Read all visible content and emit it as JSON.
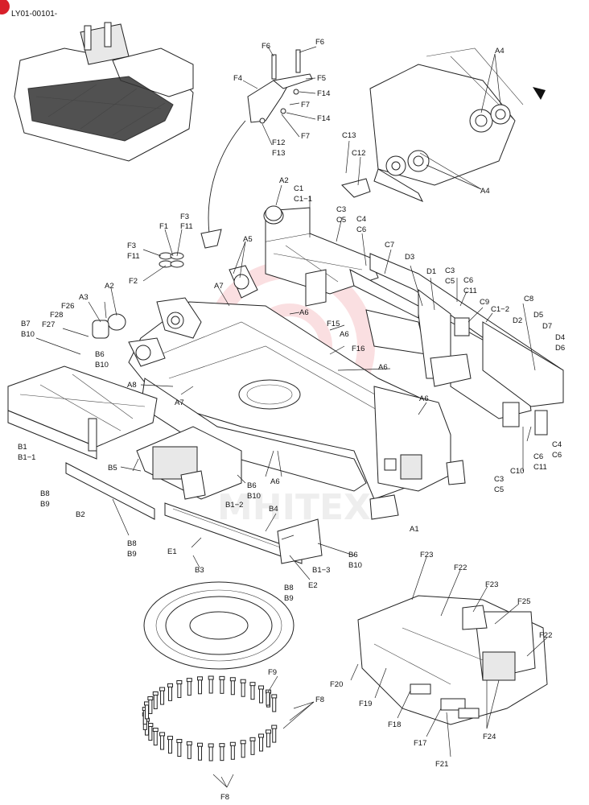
{
  "header": {
    "code": "LY01-00101-"
  },
  "watermark": {
    "text": "MHITEX"
  },
  "labels": [
    {
      "id": "F6a",
      "text": "F6"
    },
    {
      "id": "F6b",
      "text": "F6"
    },
    {
      "id": "F4",
      "text": "F4"
    },
    {
      "id": "F5",
      "text": "F5"
    },
    {
      "id": "F14a",
      "text": "F14"
    },
    {
      "id": "F7a",
      "text": "F7"
    },
    {
      "id": "F14b",
      "text": "F14"
    },
    {
      "id": "F7b",
      "text": "F7"
    },
    {
      "id": "F12",
      "text": "F12"
    },
    {
      "id": "F13",
      "text": "F13"
    },
    {
      "id": "A4a",
      "text": "A4"
    },
    {
      "id": "A4b",
      "text": "A4"
    },
    {
      "id": "C13",
      "text": "C13"
    },
    {
      "id": "C12",
      "text": "C12"
    },
    {
      "id": "A2a",
      "text": "A2"
    },
    {
      "id": "C1",
      "text": "C1"
    },
    {
      "id": "C1-1",
      "text": "C1−1"
    },
    {
      "id": "C3a",
      "text": "C3"
    },
    {
      "id": "C5a",
      "text": "C5"
    },
    {
      "id": "C4a",
      "text": "C4"
    },
    {
      "id": "C6a",
      "text": "C6"
    },
    {
      "id": "C7",
      "text": "C7"
    },
    {
      "id": "F3a",
      "text": "F3"
    },
    {
      "id": "F11a",
      "text": "F11"
    },
    {
      "id": "F1",
      "text": "F1"
    },
    {
      "id": "F3b",
      "text": "F3"
    },
    {
      "id": "F11b",
      "text": "F11"
    },
    {
      "id": "F2",
      "text": "F2"
    },
    {
      "id": "A5",
      "text": "A5"
    },
    {
      "id": "D3",
      "text": "D3"
    },
    {
      "id": "D1",
      "text": "D1"
    },
    {
      "id": "C3b",
      "text": "C3"
    },
    {
      "id": "C5b",
      "text": "C5"
    },
    {
      "id": "C6b",
      "text": "C6"
    },
    {
      "id": "C11a",
      "text": "C11"
    },
    {
      "id": "A7a",
      "text": "A7"
    },
    {
      "id": "A3",
      "text": "A3"
    },
    {
      "id": "A2b",
      "text": "A2"
    },
    {
      "id": "C9",
      "text": "C9"
    },
    {
      "id": "C1-2",
      "text": "C1−2"
    },
    {
      "id": "C8",
      "text": "C8"
    },
    {
      "id": "D5",
      "text": "D5"
    },
    {
      "id": "F26",
      "text": "F26"
    },
    {
      "id": "F28",
      "text": "F28"
    },
    {
      "id": "B7",
      "text": "B7"
    },
    {
      "id": "B10a",
      "text": "B10"
    },
    {
      "id": "F27",
      "text": "F27"
    },
    {
      "id": "A6a",
      "text": "A6"
    },
    {
      "id": "F15",
      "text": "F15"
    },
    {
      "id": "A6b",
      "text": "A6"
    },
    {
      "id": "D2",
      "text": "D2"
    },
    {
      "id": "D7",
      "text": "D7"
    },
    {
      "id": "D4",
      "text": "D4"
    },
    {
      "id": "D6",
      "text": "D6"
    },
    {
      "id": "F16",
      "text": "F16"
    },
    {
      "id": "B6a",
      "text": "B6"
    },
    {
      "id": "B10b",
      "text": "B10"
    },
    {
      "id": "A6c",
      "text": "A6"
    },
    {
      "id": "A8",
      "text": "A8"
    },
    {
      "id": "A7b",
      "text": "A7"
    },
    {
      "id": "A6d",
      "text": "A6"
    },
    {
      "id": "C4b",
      "text": "C4"
    },
    {
      "id": "C6c",
      "text": "C6"
    },
    {
      "id": "B1",
      "text": "B1"
    },
    {
      "id": "B1-1",
      "text": "B1−1"
    },
    {
      "id": "C6d",
      "text": "C6"
    },
    {
      "id": "C11b",
      "text": "C11"
    },
    {
      "id": "B5",
      "text": "B5"
    },
    {
      "id": "C10",
      "text": "C10"
    },
    {
      "id": "C3c",
      "text": "C3"
    },
    {
      "id": "C5c",
      "text": "C5"
    },
    {
      "id": "A6e",
      "text": "A6"
    },
    {
      "id": "B6b",
      "text": "B6"
    },
    {
      "id": "B10c",
      "text": "B10"
    },
    {
      "id": "B8a",
      "text": "B8"
    },
    {
      "id": "B9a",
      "text": "B9"
    },
    {
      "id": "B2",
      "text": "B2"
    },
    {
      "id": "B1-2",
      "text": "B1−2"
    },
    {
      "id": "B4",
      "text": "B4"
    },
    {
      "id": "A1",
      "text": "A1"
    },
    {
      "id": "B8b",
      "text": "B8"
    },
    {
      "id": "B9b",
      "text": "B9"
    },
    {
      "id": "E1",
      "text": "E1"
    },
    {
      "id": "B6c",
      "text": "B6"
    },
    {
      "id": "B10d",
      "text": "B10"
    },
    {
      "id": "B1-3",
      "text": "B1−3"
    },
    {
      "id": "B3",
      "text": "B3"
    },
    {
      "id": "E2",
      "text": "E2"
    },
    {
      "id": "B8c",
      "text": "B8"
    },
    {
      "id": "B9c",
      "text": "B9"
    },
    {
      "id": "F23a",
      "text": "F23"
    },
    {
      "id": "F22a",
      "text": "F22"
    },
    {
      "id": "F23b",
      "text": "F23"
    },
    {
      "id": "F25",
      "text": "F25"
    },
    {
      "id": "F22b",
      "text": "F22"
    },
    {
      "id": "F9",
      "text": "F9"
    },
    {
      "id": "F8a",
      "text": "F8"
    },
    {
      "id": "F20",
      "text": "F20"
    },
    {
      "id": "F19",
      "text": "F19"
    },
    {
      "id": "F18",
      "text": "F18"
    },
    {
      "id": "F17",
      "text": "F17"
    },
    {
      "id": "F24",
      "text": "F24"
    },
    {
      "id": "F21",
      "text": "F21"
    },
    {
      "id": "F8b",
      "text": "F8"
    }
  ]
}
